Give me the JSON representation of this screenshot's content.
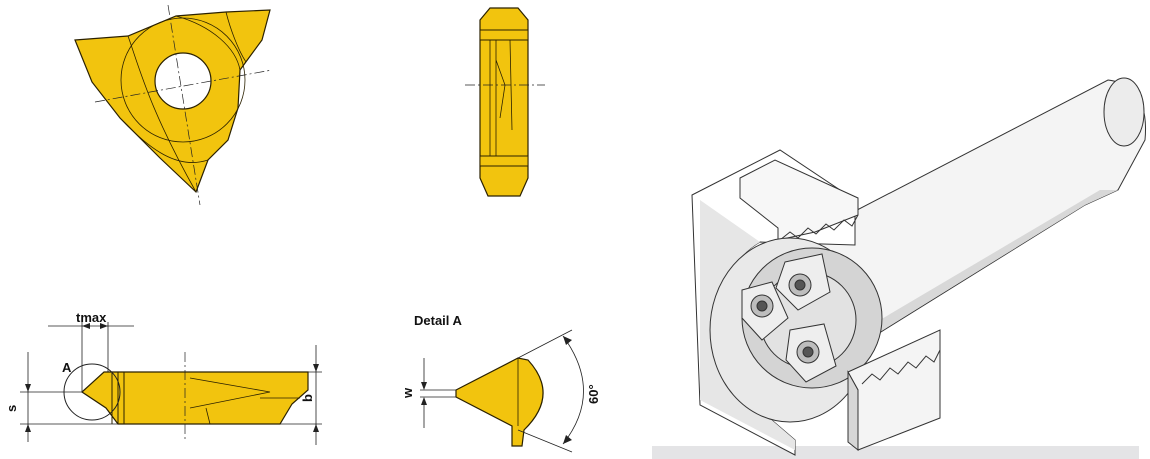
{
  "labels": {
    "tmax": "tmax",
    "a_marker": "A",
    "s": "s",
    "b": "b",
    "detail_title": "Detail A",
    "w": "w",
    "angle": "60°"
  },
  "colors": {
    "insert_fill": "#f2c40e",
    "insert_stroke": "#2b2100",
    "line": "#222222",
    "shade": "#dcdcdc",
    "baseline": "#e4e4e6"
  }
}
